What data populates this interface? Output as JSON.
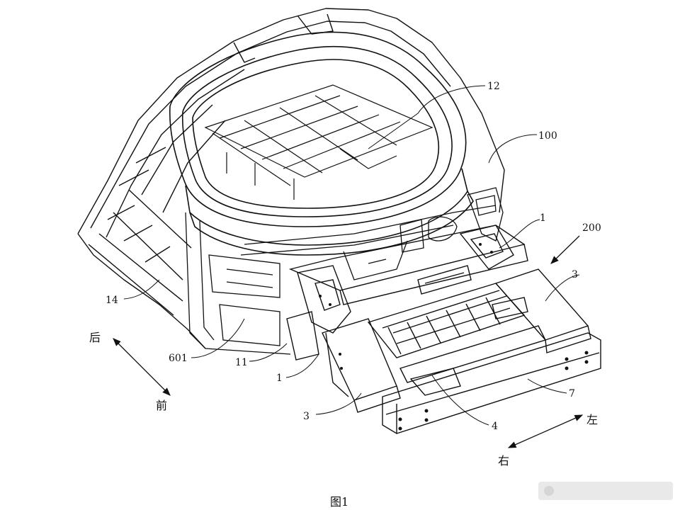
{
  "figure": {
    "caption": "图1",
    "part_labels": {
      "p12": "12",
      "p100": "100",
      "p200": "200",
      "p1_top": "1",
      "p3_right": "3",
      "p14": "14",
      "p601": "601",
      "p11": "11",
      "p1_bottom": "1",
      "p3_bottom": "3",
      "p4": "4",
      "p7": "7"
    },
    "directions": {
      "rear": "后",
      "front": "前",
      "left": "左",
      "right": "右"
    }
  }
}
